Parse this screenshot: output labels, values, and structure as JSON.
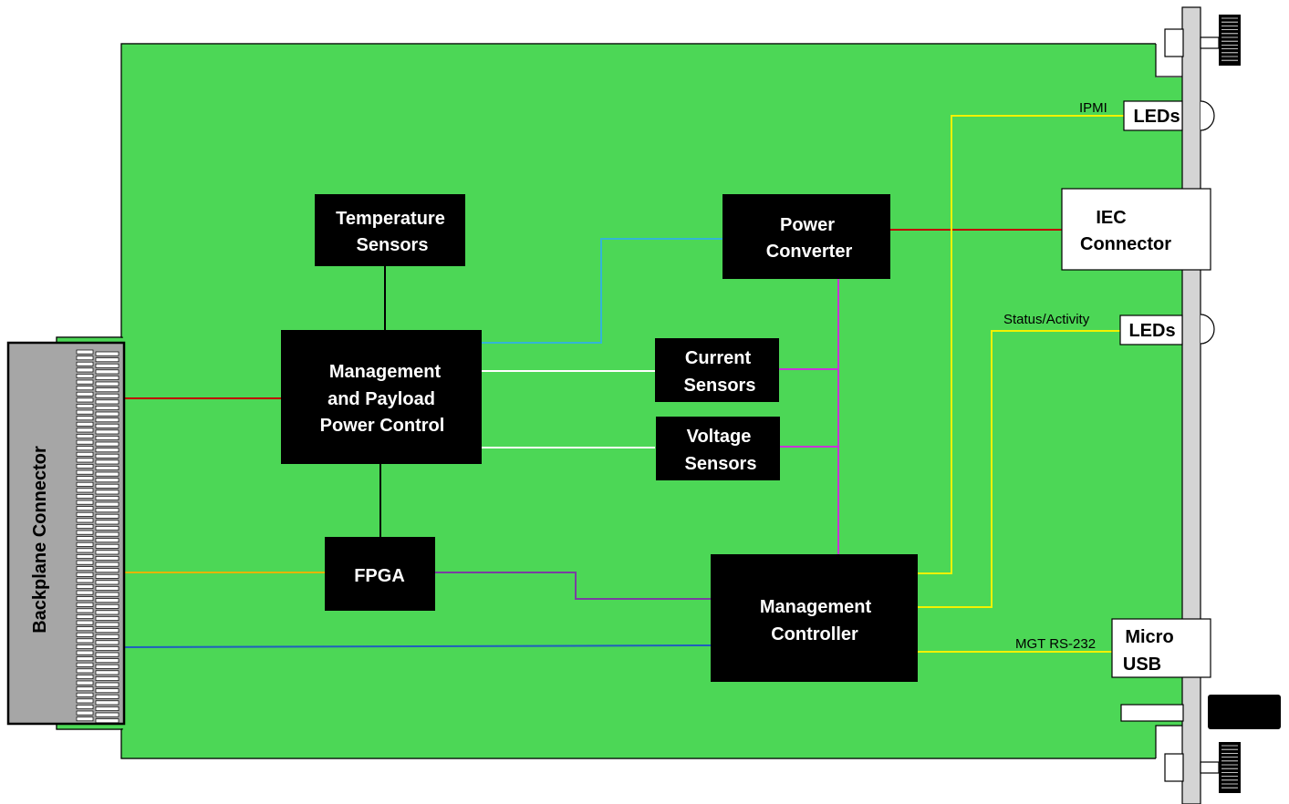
{
  "blocks": {
    "temperature_sensors": [
      "Temperature",
      "Sensors"
    ],
    "power_converter": [
      "Power",
      "Converter"
    ],
    "mgmt_payload_power": [
      "Management",
      "and Payload",
      "Power Control"
    ],
    "current_sensors": [
      "Current",
      "Sensors"
    ],
    "voltage_sensors": [
      "Voltage",
      "Sensors"
    ],
    "fpga": "FPGA",
    "management_controller": [
      "Management",
      "Controller"
    ]
  },
  "front_panel": {
    "leds_top": "LEDs",
    "leds_status": "LEDs",
    "iec_connector": [
      "IEC",
      "Connector"
    ],
    "micro_usb": [
      "Micro",
      "USB"
    ]
  },
  "signal_labels": {
    "ipmi": "IPMI",
    "status_activity": "Status/Activity",
    "mgt_rs232": "MGT RS-232"
  },
  "backplane_connector": "Backplane Connector",
  "colors": {
    "board": "#4cd756",
    "block": "#000000",
    "power_red": "#c00000",
    "cyan": "#33b5d6",
    "magenta": "#c834d8",
    "yellow": "#f2f200",
    "orange": "#e6b400",
    "purple": "#7a3fa0",
    "blue": "#1f5fbf",
    "panel_gray": "#d4d4d4"
  }
}
